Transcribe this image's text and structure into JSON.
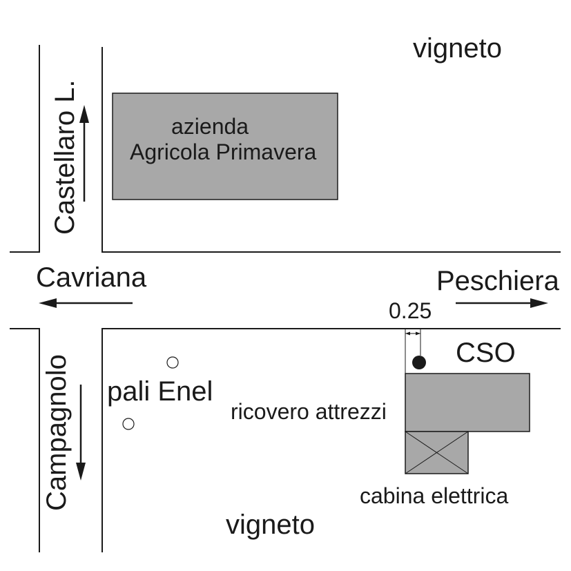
{
  "labels": {
    "vineyard_top": "vigneto",
    "farm_line1": "azienda",
    "farm_line2": "Agricola Primavera",
    "road_north": "Castellaro L.",
    "road_west": "Cavriana",
    "road_east": "Peschiera",
    "distance": "0.25",
    "monitoring_point": "CSO",
    "shed": "ricovero attrezzi",
    "substation": "cabina elettrica",
    "poles": "pali Enel",
    "road_south": "Campagnolo",
    "vineyard_bottom": "vigneto"
  },
  "colors": {
    "background": "#ffffff",
    "line": "#1a1a1a",
    "building": "#a8a8a8"
  }
}
